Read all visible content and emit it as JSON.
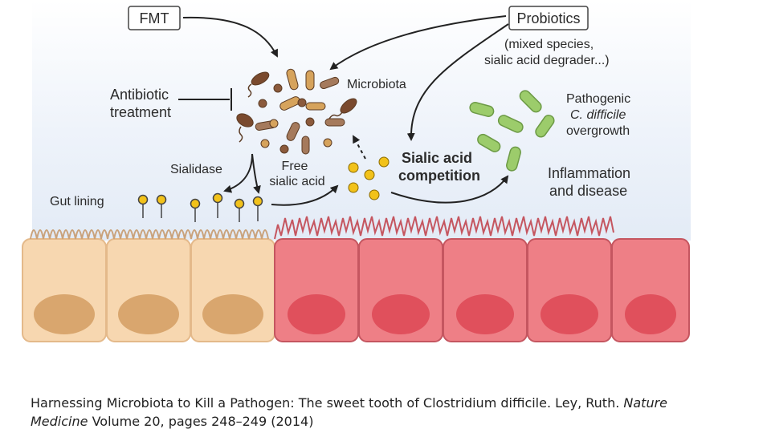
{
  "diagram": {
    "boxes": {
      "fmt": "FMT",
      "probiotics": "Probiotics"
    },
    "labels": {
      "probiotics_note_1": "(mixed species,",
      "probiotics_note_2": "sialic acid degrader...)",
      "antibiotic_1": "Antibiotic",
      "antibiotic_2": "treatment",
      "microbiota": "Microbiota",
      "pathogenic_1": "Pathogenic",
      "pathogenic_2": "C. difficile",
      "pathogenic_3": "overgrowth",
      "sialidase": "Sialidase",
      "free_1": "Free",
      "free_2": "sialic acid",
      "competition_1": "Sialic acid",
      "competition_2": "competition",
      "inflammation_1": "Inflammation",
      "inflammation_2": "and disease",
      "gut_lining": "Gut lining"
    },
    "colors": {
      "healthy_cell": "#f7d7b0",
      "healthy_nucleus": "#d9a66e",
      "diseased_cell": "#ee7f86",
      "diseased_nucleus": "#e0505c",
      "pathogen": "#9ccc6b",
      "sialic_acid": "#f2c21a",
      "microbe": "#9a6a45"
    }
  },
  "caption": {
    "main": "Harnessing Microbiota to Kill a Pathogen: The sweet tooth of Clostridium difficile. Ley, Ruth. ",
    "journal_1": "Nature",
    "journal_2": "Medicine",
    "rest": " Volume 20, pages 248–249 (2014)"
  }
}
